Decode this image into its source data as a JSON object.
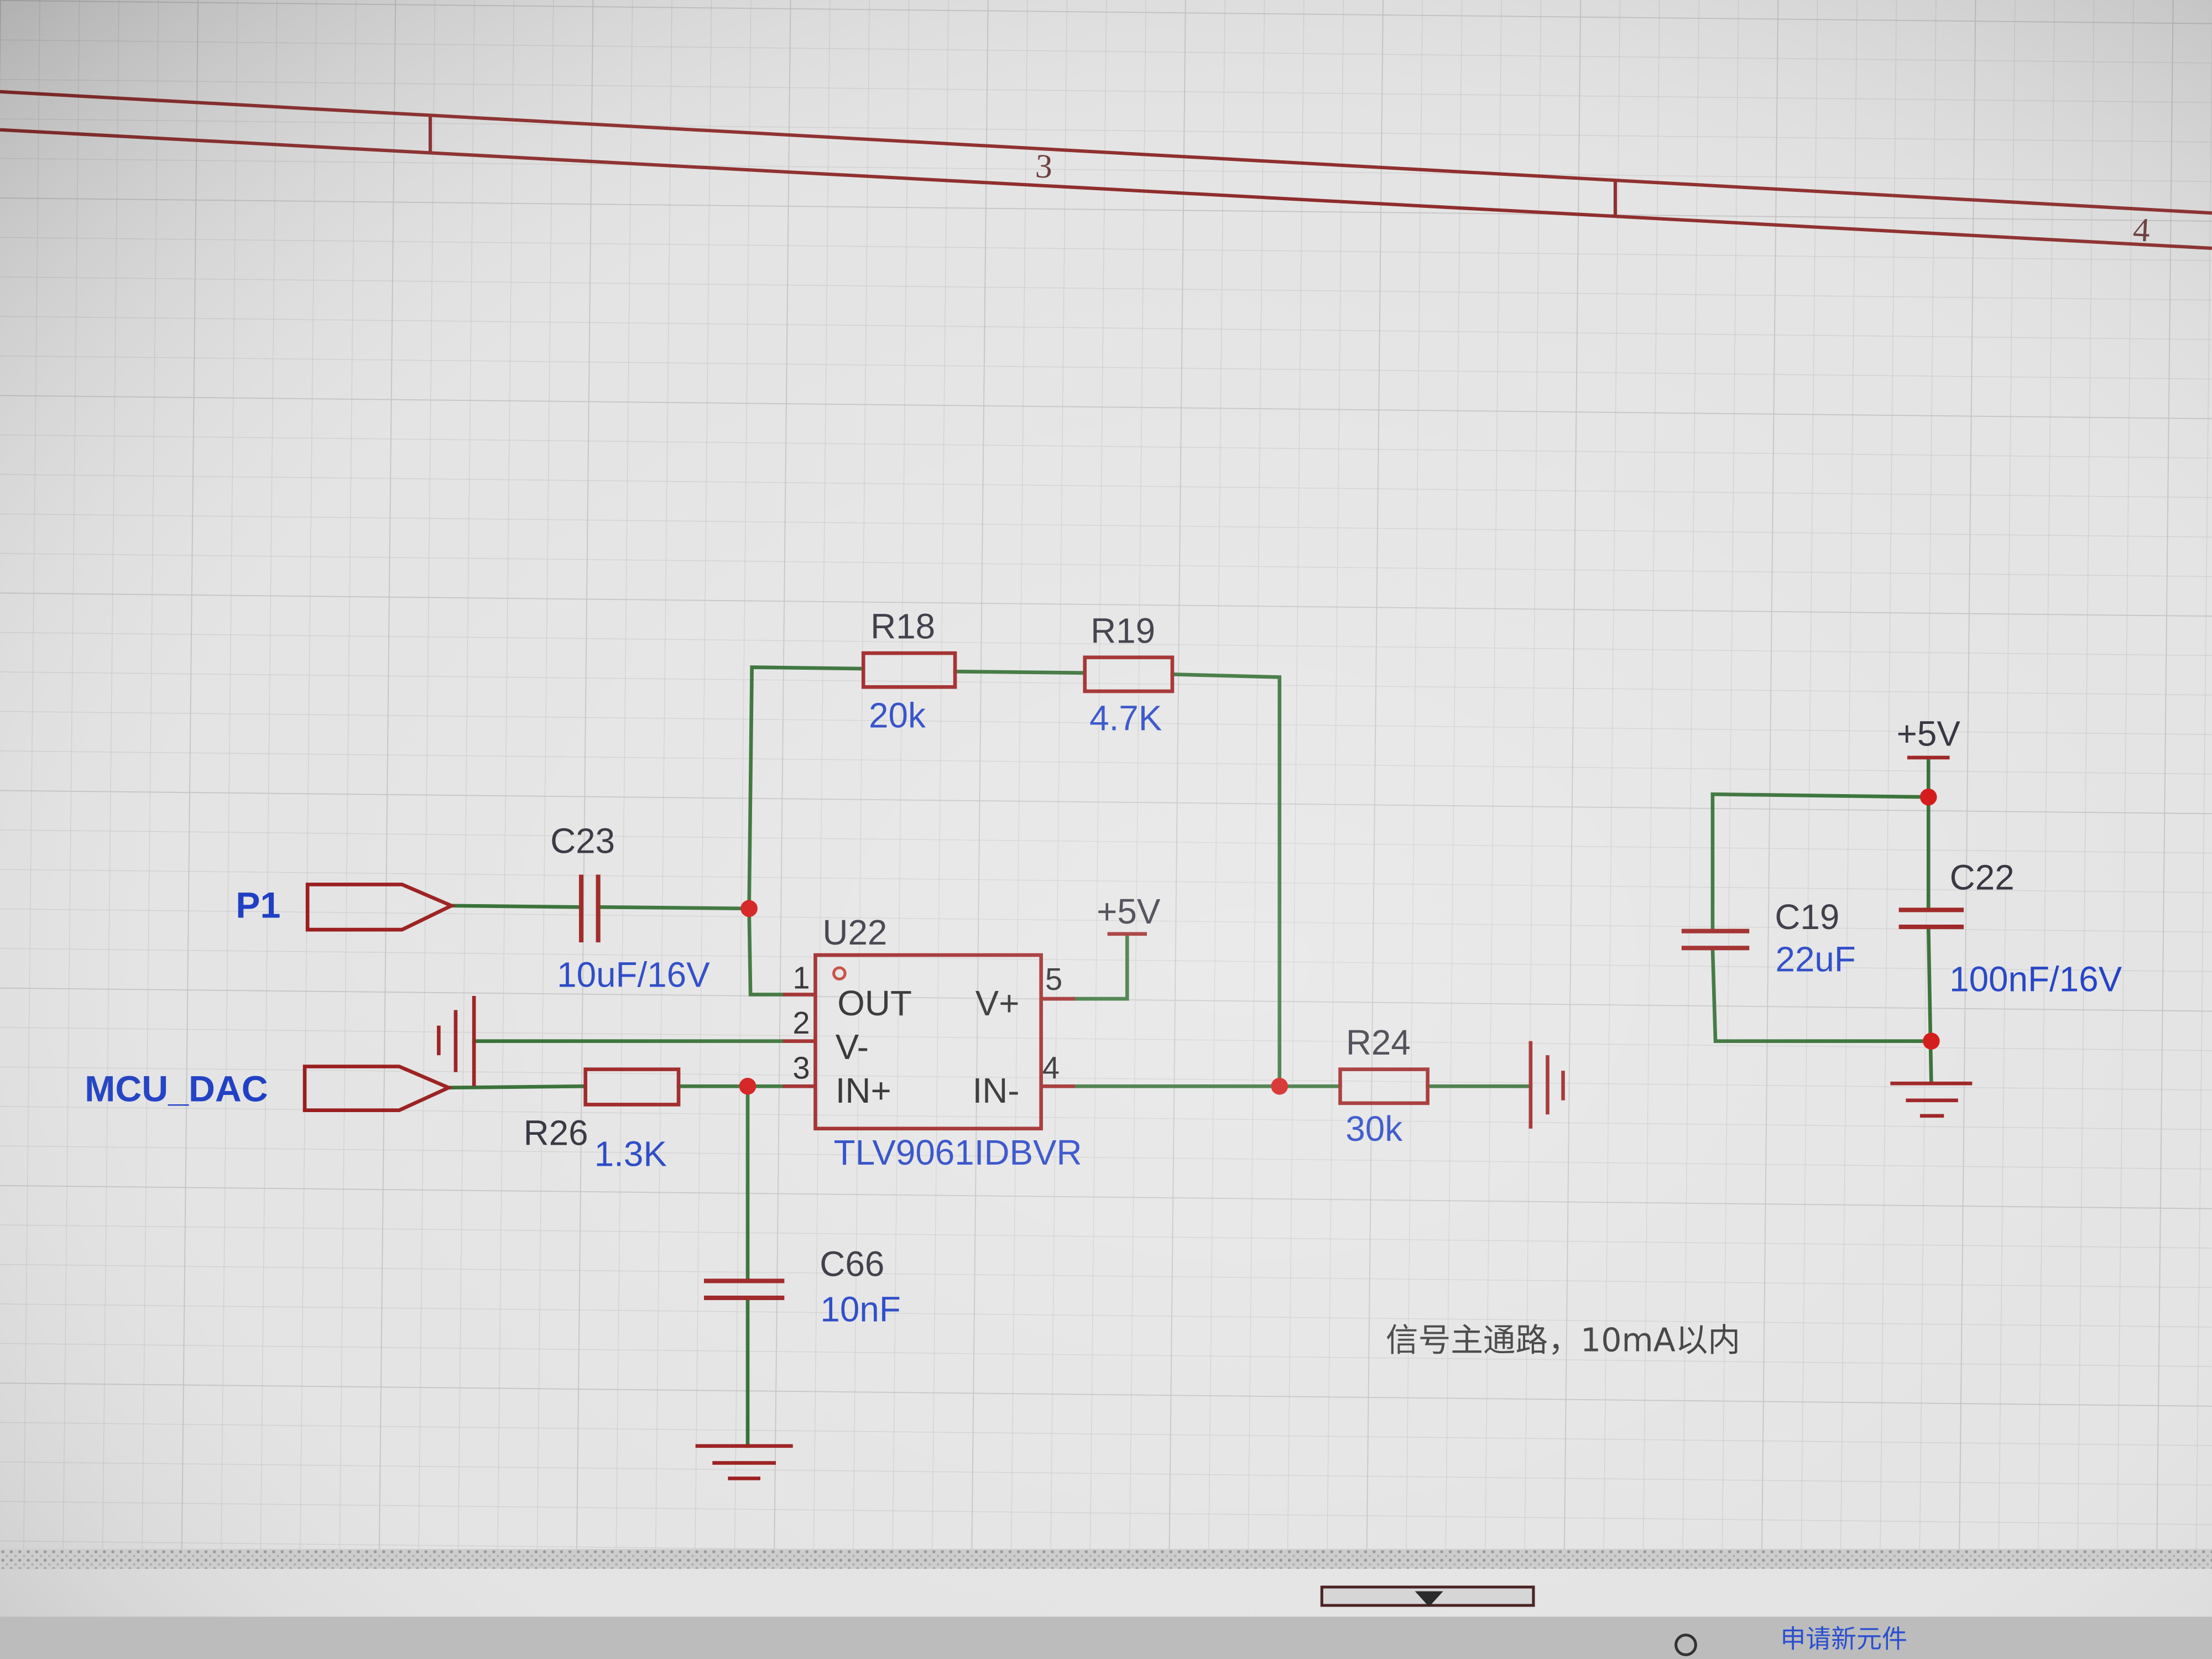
{
  "sheet": {
    "zones": [
      "3",
      "4"
    ]
  },
  "nets": {
    "p1": "P1",
    "mcu_dac": "MCU_DAC",
    "u22_supply": "+5V",
    "decoupling_supply": "+5V"
  },
  "components": {
    "r18": {
      "ref": "R18",
      "value": "20k"
    },
    "r19": {
      "ref": "R19",
      "value": "4.7K"
    },
    "c23": {
      "ref": "C23",
      "value": "10uF/16V"
    },
    "r26": {
      "ref": "R26",
      "value": "1.3K"
    },
    "c66": {
      "ref": "C66",
      "value": "10nF"
    },
    "r24": {
      "ref": "R24",
      "value": "30k"
    },
    "c19": {
      "ref": "C19",
      "value": "22uF"
    },
    "c22": {
      "ref": "C22",
      "value": "100nF/16V"
    },
    "u22": {
      "ref": "U22",
      "value": "TLV9061IDBVR",
      "pins": [
        {
          "number": "1",
          "name": "OUT"
        },
        {
          "number": "2",
          "name": "V-"
        },
        {
          "number": "3",
          "name": "IN+"
        },
        {
          "number": "4",
          "name": "IN-"
        },
        {
          "number": "5",
          "name": "V+"
        }
      ]
    }
  },
  "note": "信号主通路，10mA以内",
  "toolbar": {
    "partial_label": "申请新元件"
  },
  "colors": {
    "wire": "#2f6b2f",
    "symbol_outline": "#9a1c1c",
    "junction": "#d10f0f",
    "value_text": "#1f3fc4",
    "designator_text": "#2e2e3a",
    "sheet_border": "#8e2a2a"
  }
}
